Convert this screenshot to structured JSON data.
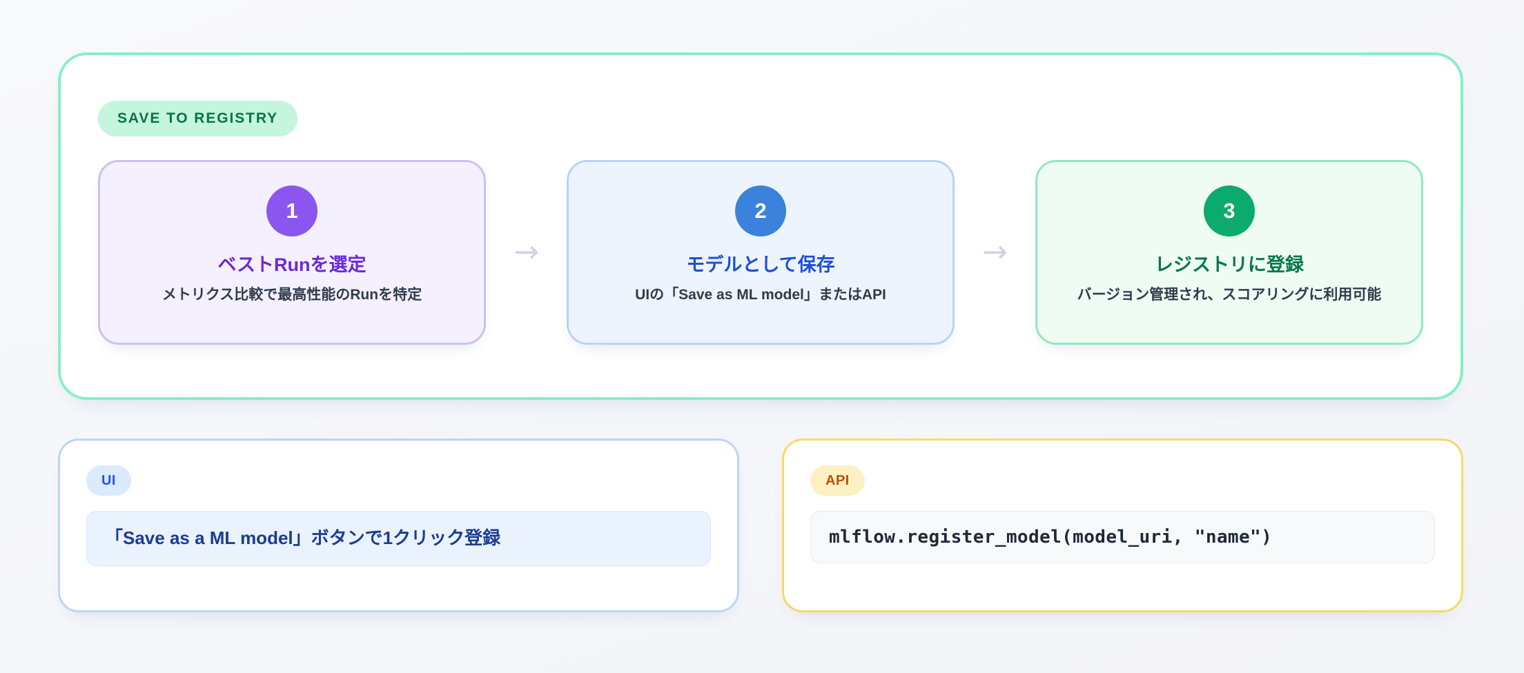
{
  "registry_panel": {
    "badge": "SAVE TO REGISTRY",
    "accent_color": "#86efc4",
    "steps": [
      {
        "number": "1",
        "title": "ベストRunを選定",
        "description": "メトリクス比較で最高性能のRunを特定",
        "accent_color": "#8b56ef",
        "title_color": "#6d28d9",
        "background": "#f4f0fe",
        "border_color": "#cdbff3"
      },
      {
        "number": "2",
        "title": "モデルとして保存",
        "description": "UIの「Save as ML model」またはAPI",
        "accent_color": "#3b82dc",
        "title_color": "#1d4ed8",
        "background": "#eef4fe",
        "border_color": "#b9d2f5"
      },
      {
        "number": "3",
        "title": "レジストリに登録",
        "description": "バージョン管理され、スコアリングに利用可能",
        "accent_color": "#0bab6d",
        "title_color": "#07764d",
        "background": "#effcf4",
        "border_color": "#8fe9bf"
      }
    ],
    "connectors": [
      {
        "glyph": "→",
        "color": "#cdd4e4"
      },
      {
        "glyph": "→",
        "color": "#cdd4e4"
      }
    ]
  },
  "detail_cards": [
    {
      "tag": "UI",
      "tag_background": "#dbeafe",
      "tag_color": "#2457d6",
      "border_color": "#bcd5f6",
      "content": "「Save as a ML model」ボタンで1クリック登録",
      "content_color": "#1b3c95",
      "content_background": "#eaf2fd"
    },
    {
      "tag": "API",
      "tag_background": "#fdf1c4",
      "tag_color": "#b5520c",
      "border_color": "#fbd864",
      "content": "mlflow.register_model(model_uri, \"name\")",
      "content_color": "#1f2937",
      "content_background": "#f7f9fb"
    }
  ]
}
